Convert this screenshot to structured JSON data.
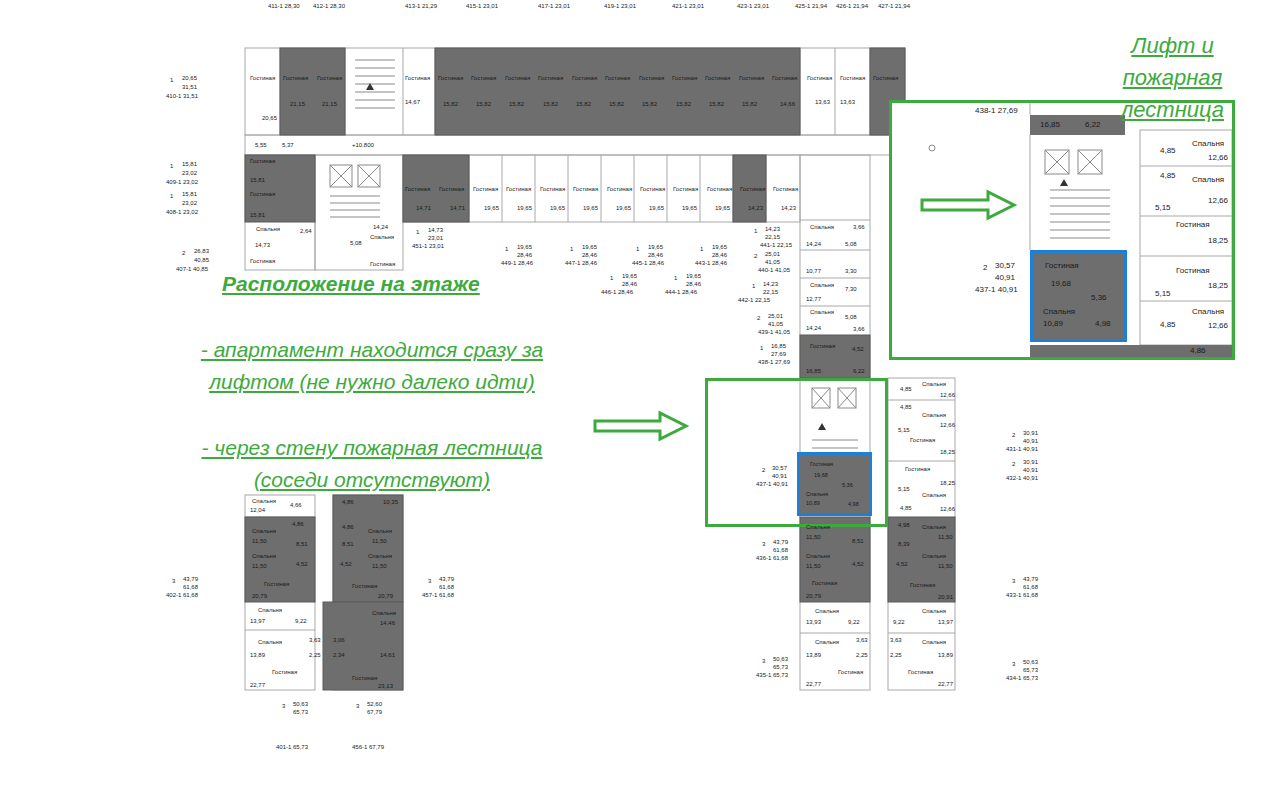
{
  "diagram": {
    "nodes": [
      {
        "text": [
          "2",
          "30,57",
          "40,91",
          "437-1 40,91"
        ]
      },
      {
        "text": [
          "Гостиная",
          "19,68",
          "5,36",
          "Спальня",
          "10,89",
          "4,98"
        ],
        "in": 0
      },
      {
        "text": [
          "438-1 27,69",
          "2",
          "30,57",
          "40,91",
          "437-1 40,91"
        ]
      },
      {
        "text": [
          "Гостиная",
          "19,68",
          "5,36",
          "Спальня",
          "10,89",
          "4,98"
        ],
        "in": 2
      }
    ],
    "labels": [
      "Лифт и пожарная лестница",
      "Расположение на этаже",
      "- апартамент находится сразу за лифтом (не нужно далеко идти)",
      "- через стену пожарная лестница (соседи отсутствуют)",
      "411-1 28,30",
      "412-1 28,30",
      "413-1 21,29",
      "415-1 23,01",
      "417-1 23,01",
      "419-1 23,01",
      "421-1 23,01",
      "423-1 23,01",
      "425-1 21,94",
      "426-1 21,94",
      "427-1 21,94",
      "1",
      "20,65",
      "31,51",
      "410-1 31,51",
      "1",
      "15,81",
      "23,02",
      "409-1 23,02",
      "1",
      "15,81",
      "23,02",
      "408-1 23,02",
      "2",
      "26,83",
      "40,85",
      "407-1 40,85",
      "Гостиная",
      "Гостиная",
      "Гостиная",
      "Гостиная",
      "Гостиная",
      "Гостиная",
      "Гостиная",
      "Гостиная",
      "Гостиная",
      "Гостиная",
      "Гостиная",
      "Гостиная",
      "Гостиная",
      "Гостиная",
      "Гостиная",
      "Гостиная",
      "Гостиная",
      "Гостиная",
      "20,65",
      "21,15",
      "21,15",
      "14,67",
      "15,82",
      "15,82",
      "15,82",
      "15,82",
      "15,82",
      "15,82",
      "15,82",
      "15,82",
      "15,82",
      "15,82",
      "14,66",
      "13,63",
      "13,63",
      "+10.800",
      "5,55",
      "5,37",
      "Гостиная",
      "Гостиная",
      "Гостиная",
      "Гостиная",
      "Гостиная",
      "Гостиная",
      "Гостиная",
      "Гостиная",
      "Гостиная",
      "Гостиная",
      "Гостиная",
      "Гостиная",
      "14,71",
      "14,71",
      "19,65",
      "19,65",
      "19,65",
      "19,65",
      "19,65",
      "19,65",
      "19,65",
      "19,65",
      "14,23",
      "14,23",
      "Гостиная",
      "15,81",
      "Гостиная",
      "15,81",
      "Спальня",
      "14,73",
      "Гостиная",
      "14,24",
      "Спальня",
      "Гостиная",
      "2,64",
      "5,08",
      "1",
      "14,73",
      "23,01",
      "451-1 23,01",
      "1",
      "19,65",
      "28,46",
      "449-1 28,46",
      "1",
      "19,65",
      "28,46",
      "447-1 28,46",
      "1",
      "19,65",
      "28,46",
      "445-1 28,46",
      "1",
      "19,65",
      "28,46",
      "443-1 28,46",
      "1",
      "19,65",
      "28,46",
      "446-1 28,46",
      "1",
      "19,65",
      "28,46",
      "444-1 28,46",
      "1",
      "14,23",
      "22,15",
      "442-1 22,15",
      "1",
      "14,23",
      "22,15",
      "441-1 22,15",
      "2",
      "25,01",
      "41,05",
      "440-1 41,05",
      "2",
      "25,01",
      "41,05",
      "439-1 41,05",
      "1",
      "16,85",
      "27,69",
      "438-1 27,69",
      "Спальня",
      "3,66",
      "14,24",
      "5,08",
      "10,77",
      "3,30",
      "Спальня",
      "7,30",
      "12,77",
      "Спальня",
      "5,08",
      "14,24",
      "3,66",
      "Гостиная",
      "4,52",
      "16,85",
      "6,22",
      "4,85",
      "Спальня",
      "12,66",
      "4,85",
      "Спальня",
      "12,66",
      "5,15",
      "Гостиная",
      "18,25",
      "Гостиная",
      "18,25",
      "5,15",
      "4,85",
      "Спальня",
      "12,66",
      "2",
      "30,91",
      "40,91",
      "431-1 40,91",
      "2",
      "30,91",
      "40,91",
      "432-1 40,91",
      "Спальня",
      "11,50",
      "8,51",
      "Спальня",
      "11,50",
      "4,52",
      "Гостиная",
      "20,79",
      "4,98",
      "Спальня",
      "11,50",
      "8,39",
      "4,52",
      "Спальня",
      "11,50",
      "Гостиная",
      "20,91",
      "Спальня",
      "Спальня",
      "13,93",
      "9,22",
      "9,22",
      "13,97",
      "3,63",
      "3,63",
      "Спальня",
      "Спальня",
      "13,89",
      "2,25",
      "2,25",
      "13,89",
      "Гостиная",
      "Гостиная",
      "22,77",
      "22,77",
      "3",
      "43,79",
      "61,68",
      "436-1 61,68",
      "3",
      "50,63",
      "65,73",
      "435-1 65,73",
      "3",
      "43,79",
      "61,68",
      "433-1 61,68",
      "3",
      "50,63",
      "65,73",
      "434-1 65,73",
      "Спальня",
      "12,04",
      "4,66",
      "4,86",
      "10,35",
      "4,86",
      "Спальня",
      "11,50",
      "8,51",
      "Спальня",
      "11,50",
      "4,52",
      "Гостиная",
      "20,79",
      "4,86",
      "Спальня",
      "11,50",
      "8,51",
      "4,52",
      "Спальня",
      "11,50",
      "Гостиная",
      "20,79",
      "Спальня",
      "13,97",
      "9,22",
      "Спальня",
      "14,46",
      "3,63",
      "3,06",
      "Спальня",
      "13,89",
      "2,25",
      "2,34",
      "14,61",
      "Гостиная",
      "22,77",
      "Гостиная",
      "23,13",
      "3",
      "43,79",
      "61,68",
      "402-1 61,68",
      "3",
      "43,79",
      "61,68",
      "457-1 61,68",
      "3",
      "50,63",
      "65,73",
      "401-1 65,73",
      "3",
      "52,60",
      "67,79",
      "456-1 67,79",
      "16,85",
      "6,22",
      "4,85",
      "Спальня",
      "12,66",
      "4,85",
      "Спальня",
      "12,66",
      "5,15",
      "Гостиная",
      "18,25",
      "Гостиная",
      "18,25",
      "5,15",
      "4,85",
      "Спальня",
      "12,66",
      "4,86"
    ]
  }
}
